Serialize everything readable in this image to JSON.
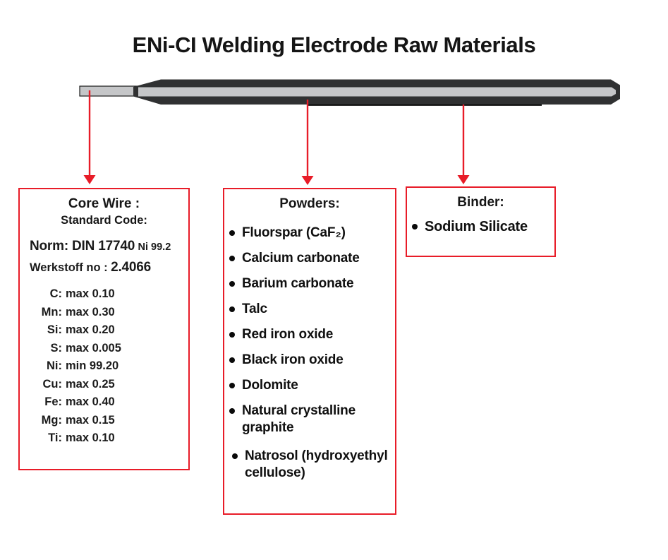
{
  "title": "ENi-CI Welding Electrode Raw Materials",
  "colors": {
    "accent_red": "#e81c28",
    "electrode_coating_dark": "#303132",
    "electrode_core_light": "#c5c6c8"
  },
  "core_wire_box": {
    "heading": "Core Wire :",
    "subheading": "Standard Code:",
    "norm_label": "Norm: DIN 17740",
    "norm_grade": "Ni 99.2",
    "werkstoff_label": "Werkstoff no :",
    "werkstoff_value": "2.4066",
    "composition": [
      {
        "element": "C:",
        "value": "max 0.10"
      },
      {
        "element": "Mn:",
        "value": "max 0.30"
      },
      {
        "element": "Si:",
        "value": "max 0.20"
      },
      {
        "element": "S:",
        "value": "max 0.005"
      },
      {
        "element": "Ni:",
        "value": "min 99.20"
      },
      {
        "element": "Cu:",
        "value": "max 0.25"
      },
      {
        "element": "Fe:",
        "value": "max 0.40"
      },
      {
        "element": "Mg:",
        "value": "max 0.15"
      },
      {
        "element": "Ti:",
        "value": "max 0.10"
      }
    ]
  },
  "powders_box": {
    "heading": "Powders:",
    "items": [
      "Fluorspar (CaF₂)",
      "Calcium carbonate",
      "Barium carbonate",
      "Talc",
      "Red iron oxide",
      "Black iron oxide",
      "Dolomite",
      "Natural crystalline graphite",
      "Natrosol (hydroxyethyl cellulose)"
    ]
  },
  "binder_box": {
    "heading": "Binder:",
    "item": "Sodium Silicate"
  }
}
